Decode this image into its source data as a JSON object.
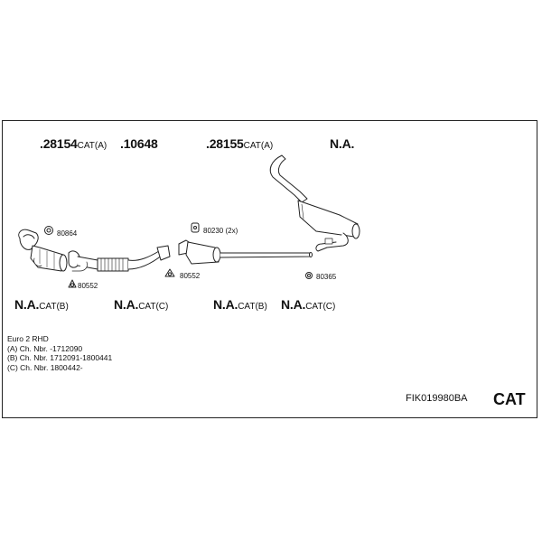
{
  "labels": {
    "top1": {
      "num": ".28154",
      "suffix": "CAT(A)"
    },
    "top2": {
      "num": ".10648",
      "suffix": ""
    },
    "top3": {
      "num": ".28155",
      "suffix": "CAT(A)"
    },
    "top4": {
      "num": "N.A.",
      "suffix": ""
    },
    "bot1": {
      "num": "N.A.",
      "suffix": "CAT(B)"
    },
    "bot2": {
      "num": "N.A.",
      "suffix": "CAT(C)"
    },
    "bot3": {
      "num": "N.A.",
      "suffix": "CAT(B)"
    },
    "bot4": {
      "num": "N.A.",
      "suffix": "CAT(C)"
    }
  },
  "small_parts": {
    "p80864": "80864",
    "p80552a": "80552",
    "p80552b": "80552",
    "p80230": "80230 (2x)",
    "p80365": "80365"
  },
  "notes": [
    "Euro 2   RHD",
    "(A) Ch. Nbr. -1712090",
    "(B) Ch. Nbr. 1712091-1800441",
    "(C) Ch. Nbr. 1800442-"
  ],
  "footer": {
    "code": "FIK019980BA",
    "tag": "CAT"
  }
}
